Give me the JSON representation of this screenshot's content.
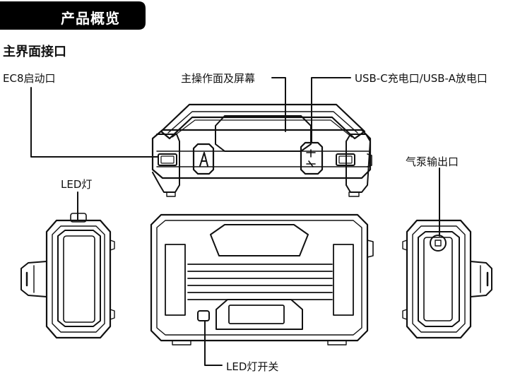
{
  "header": {
    "banner_title": "产品概览",
    "section_title": "主界面接口"
  },
  "labels": {
    "ec8_port": "EC8启动口",
    "main_panel": "主操作面及屏幕",
    "usb_ports": "USB-C充电口/USB-A放电口",
    "led_light": "LED灯",
    "air_pump_outlet": "气泵输出口",
    "led_switch": "LED灯开关"
  }
}
